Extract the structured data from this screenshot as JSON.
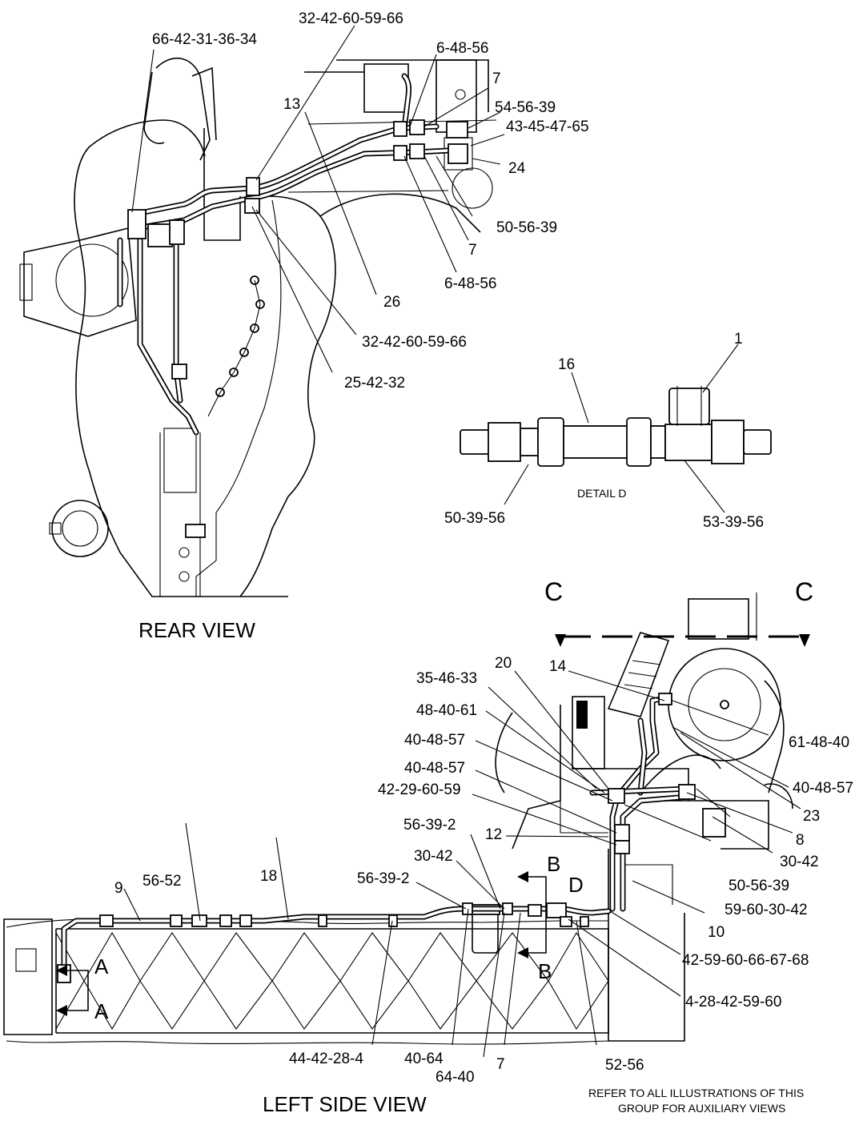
{
  "views": {
    "rear": "REAR VIEW",
    "left_side": "LEFT SIDE VIEW",
    "detail": "DETAIL D"
  },
  "note": {
    "line1": "REFER TO ALL ILLUSTRATIONS OF THIS",
    "line2": "GROUP FOR AUXILIARY VIEWS"
  },
  "rear_callouts": [
    "32-42-60-59-66",
    "66-42-31-36-34",
    "6-48-56",
    "7",
    "13",
    "54-56-39",
    "43-45-47-65",
    "24",
    "50-56-39",
    "7",
    "6-48-56",
    "26",
    "32-42-60-59-66",
    "25-42-32"
  ],
  "detail_callouts": [
    "1",
    "16",
    "50-39-56",
    "53-39-56"
  ],
  "section_markers": {
    "c_left": "C",
    "c_right": "C",
    "b_top": "B",
    "b_bottom": "B",
    "d": "D",
    "a_top": "A",
    "a_bottom": "A"
  },
  "side_callouts": [
    "20",
    "14",
    "35-46-33",
    "48-40-61",
    "40-48-57",
    "40-48-57",
    "42-29-60-59",
    "61-48-40",
    "40-48-57",
    "23",
    "8",
    "30-42",
    "56-39-2",
    "12",
    "30-42",
    "56-39-2",
    "50-56-39",
    "59-60-30-42",
    "10",
    "42-59-60-66-67-68",
    "4-28-42-59-60",
    "9",
    "56-52",
    "18",
    "44-42-28-4",
    "40-64",
    "64-40",
    "7",
    "52-56"
  ]
}
